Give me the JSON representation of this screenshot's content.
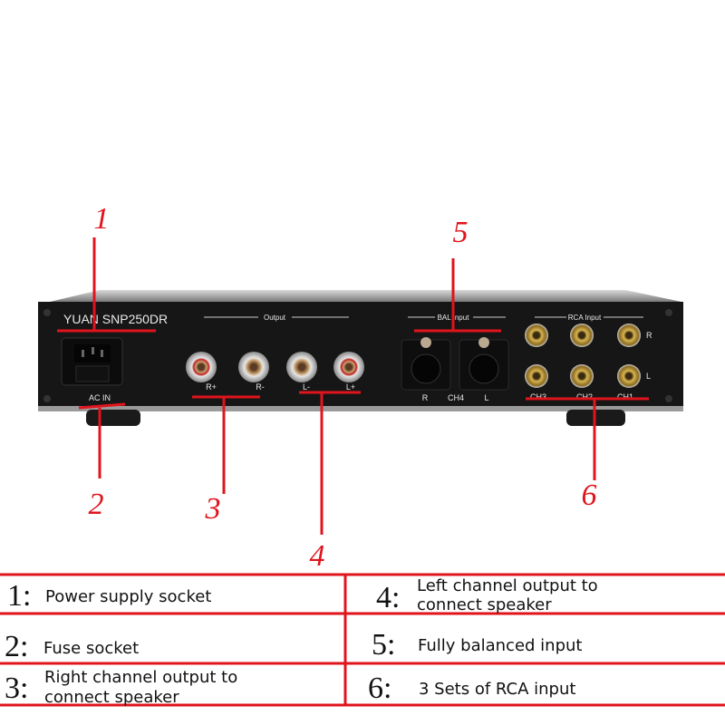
{
  "device": {
    "model": "YUAN SNP250DR",
    "ac_in": "AC IN",
    "output_header": "Output",
    "output_labels": [
      "R+",
      "R-",
      "L-",
      "L+"
    ],
    "bal_header": "BAL Input",
    "bal_labels": [
      "R",
      "CH4",
      "L"
    ],
    "rca_header": "RCA Input",
    "rca_channel_labels": [
      "CH3",
      "CH2",
      "CH1"
    ],
    "rca_row_labels": [
      "R",
      "L"
    ]
  },
  "callouts": [
    "1",
    "2",
    "3",
    "4",
    "5",
    "6"
  ],
  "legend": [
    {
      "num": "1:",
      "text": [
        "Power supply socket"
      ]
    },
    {
      "num": "2:",
      "text": [
        "Fuse socket"
      ]
    },
    {
      "num": "3:",
      "text": [
        "Right channel output to",
        "connect speaker"
      ]
    },
    {
      "num": "4:",
      "text": [
        "Left channel output to",
        "connect speaker"
      ]
    },
    {
      "num": "5:",
      "text": [
        "Fully balanced input"
      ]
    },
    {
      "num": "6:",
      "text": [
        "3 Sets of RCA input"
      ]
    }
  ],
  "colors": {
    "annotation": "#e0141c",
    "chassis": "#141414"
  }
}
